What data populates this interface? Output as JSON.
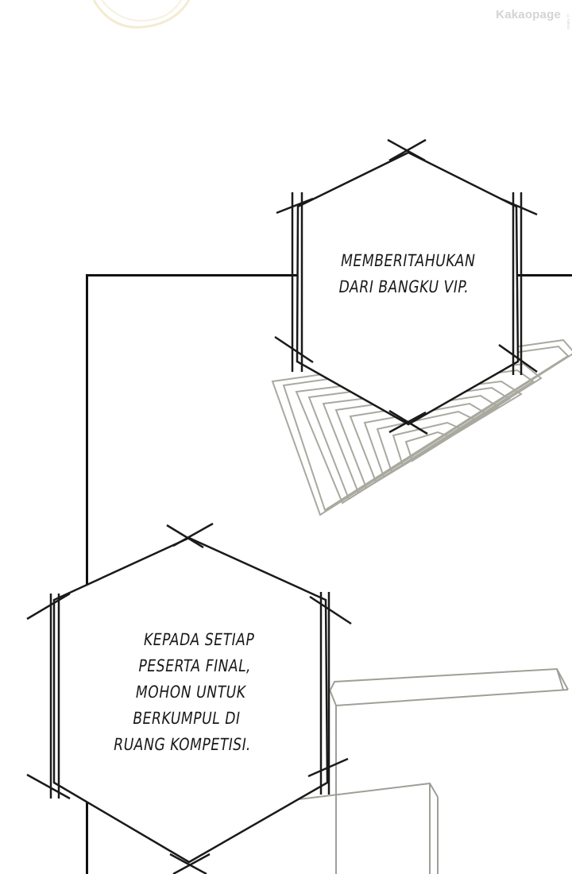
{
  "watermark": {
    "brand": "Kakaopage",
    "suffix": "©kakao"
  },
  "bubbles": {
    "top": {
      "lines": [
        "MEMBERITAHUKAN",
        "DARI BANGKU VIP."
      ]
    },
    "bottom": {
      "lines": [
        "KEPADA SETIAP",
        "PESERTA FINAL,",
        "MOHON UNTUK",
        "BERKUMPUL DI",
        "RUANG KOMPETISI."
      ]
    }
  },
  "colors": {
    "ink": "#1a1a1a",
    "frame": "#111111",
    "scene_lines": "#bdbdb5",
    "vent_lines": "#a9a9a0",
    "deco_glow": "#f3ecd2"
  }
}
